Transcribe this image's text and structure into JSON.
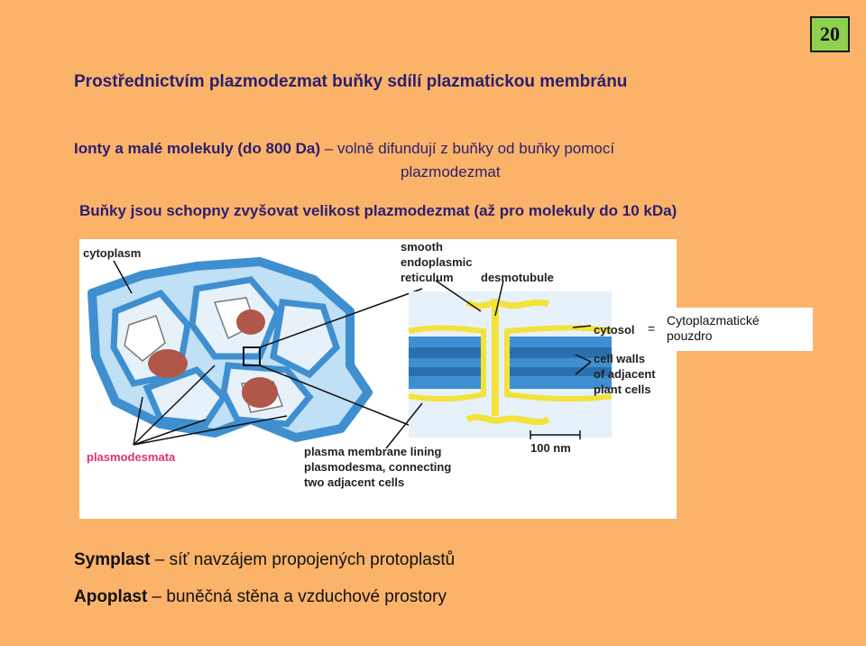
{
  "slide_number": "20",
  "title": "Prostřednictvím plazmodezmat buňky sdílí plazmatickou membránu",
  "line1": {
    "bold": "Ionty a malé molekuly (do 800 Da)",
    "dash": " – ",
    "rest": "volně difundují z buňky od buňky pomocí",
    "cont": "plazmodezmat"
  },
  "line2": "Buňky jsou schopny zvyšovat velikost plazmodezmat (až pro molekuly do 10 kDa)",
  "figure": {
    "labels": {
      "cytoplasm": "cytoplasm",
      "ser_1": "smooth",
      "ser_2": "endoplasmic",
      "ser_3": "reticulum",
      "desmotubule": "desmotubule",
      "cytosol": "cytosol",
      "walls_1": "cell walls",
      "walls_2": "of adjacent",
      "walls_3": "plant cells",
      "plasmodesmata": "plasmodesmata",
      "lining_1": "plasma membrane lining",
      "lining_2": "plasmodesma, connecting",
      "lining_3": "two adjacent cells",
      "scale": "100 nm"
    },
    "colors": {
      "wall_blue": "#3F8FD0",
      "wall_light": "#BFE0F5",
      "membrane_yellow": "#F3E23A",
      "nucleus": "#B0574A",
      "plasmodesmata_label": "#E0326E"
    }
  },
  "callout": {
    "equals": "=",
    "text_1": "Cytoplazmatické",
    "text_2": "pouzdro"
  },
  "symplast": {
    "term": "Symplast",
    "dash": " – ",
    "def": "síť navzájem propojených protoplastů"
  },
  "apoplast": {
    "term": "Apoplast",
    "dash": " – ",
    "def": "buněčná stěna a vzduchové prostory"
  }
}
